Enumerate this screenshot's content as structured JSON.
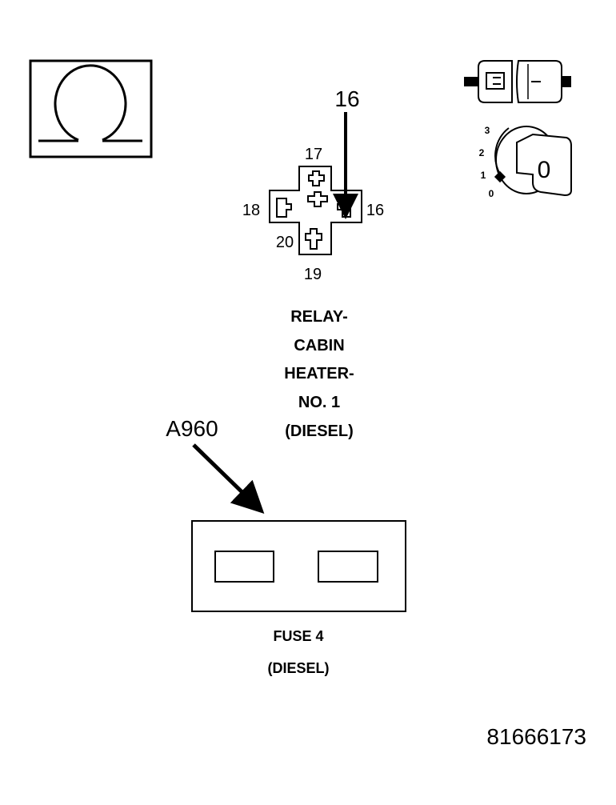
{
  "ohm_symbol": {
    "icon": "ohm-symbol-icon"
  },
  "multimeter_icons": {
    "connector_icon": "probe-connector-icon",
    "ignition_icon": "ignition-switch-icon",
    "key_position": "0",
    "scale": [
      "3",
      "2",
      "1",
      "0"
    ]
  },
  "relay": {
    "callout": "16",
    "terminals": {
      "t17": "17",
      "t18": "18",
      "t16": "16",
      "t20": "20",
      "t19": "19"
    },
    "caption": [
      "RELAY-",
      "CABIN",
      "HEATER-",
      "NO. 1",
      "(DIESEL)"
    ]
  },
  "fuse": {
    "callout": "A960",
    "caption": [
      "FUSE 4",
      "(DIESEL)"
    ]
  },
  "figure_id": "81666173",
  "colors": {
    "ink": "#000000",
    "paper": "#ffffff"
  }
}
